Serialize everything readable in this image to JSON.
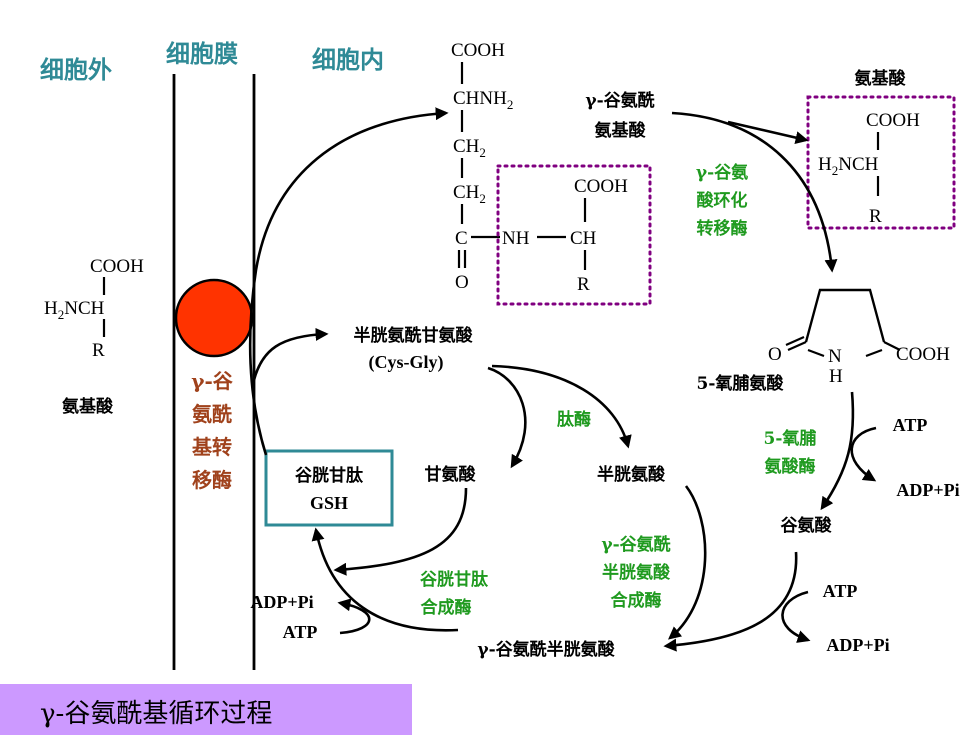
{
  "headers": {
    "outside": "细胞外",
    "membrane": "细胞膜",
    "inside": "细胞内"
  },
  "left_amino_acid": {
    "cooh": "COOH",
    "h2n": "H",
    "h2n_sub": "2",
    "nch": "NCH",
    "r": "R",
    "label": "氨基酸"
  },
  "membrane_enzyme": [
    "γ-谷",
    "氨酰",
    "基转",
    "移酶"
  ],
  "gamma_glu_aa": {
    "cooh": "COOH",
    "chnh": "CHNH",
    "chnh_sub": "2",
    "ch2_a": "CH",
    "ch2_a_sub": "2",
    "ch2_b": "CH",
    "ch2_b_sub": "2",
    "c": "C",
    "o": "O",
    "nh": "NH",
    "ch": "CH",
    "cooh2": "COOH",
    "r": "R"
  },
  "gamma_glu_aa_label": [
    "γ-谷氨酰",
    "氨基酸"
  ],
  "cyclotransferase": [
    "γ-谷氨",
    "酸环化",
    "转移酶"
  ],
  "released_amino_acid": {
    "label": "氨基酸",
    "cooh": "COOH",
    "h2n": "H",
    "h2n_sub": "2",
    "nch": "NCH",
    "r": "R"
  },
  "oxoproline": {
    "o": "O",
    "n": "N",
    "h": "H",
    "cooh": "COOH",
    "label": "5-氧脯氨酸"
  },
  "oxoprolinase": [
    "5-氧脯",
    "氨酸酶"
  ],
  "atp1": "ATP",
  "adp1": "ADP+Pi",
  "glutamate": "谷氨酸",
  "atp2": "ATP",
  "adp2": "ADP+Pi",
  "cysgly": {
    "label": "半胱氨酰甘氨酸",
    "sub": "(Cys-Gly)"
  },
  "peptidase": "肽酶",
  "glycine": "甘氨酸",
  "cysteine": "半胱氨酸",
  "gsh": {
    "label": "谷胱甘肽",
    "abbr": "GSH"
  },
  "gcs": [
    "γ-谷氨酰",
    "半胱氨酸",
    "合成酶"
  ],
  "gss": [
    "谷胱甘肽",
    "合成酶"
  ],
  "adp3": "ADP+Pi",
  "atp3": "ATP",
  "gamma_glu_cys": "γ-谷氨酰半胱氨酸",
  "caption": "γ-谷氨酰基循环过程",
  "colors": {
    "header": "#2f8a96",
    "enzyme": "#1f9a1f",
    "membrane_enzyme": "#a0421c",
    "enzyme_circle": "#ff3300",
    "gsh_box": "#2f8a96",
    "dotted_box": "#800080",
    "caption_bg": "#cc99ff"
  }
}
